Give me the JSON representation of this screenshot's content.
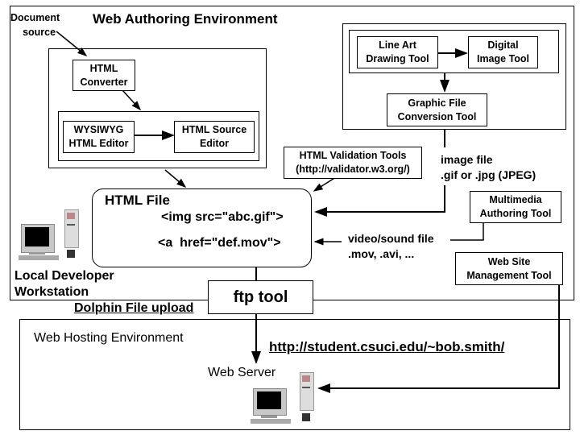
{
  "diagram": {
    "authoring_env": {
      "title": "Web Authoring Environment",
      "document_source": [
        "Document",
        "source"
      ],
      "html_converter": [
        "HTML",
        "Converter"
      ],
      "wysiwyg_editor": [
        "WYSIWYG",
        "HTML Editor"
      ],
      "source_editor": [
        "HTML Source",
        "Editor"
      ],
      "line_art_tool": [
        "Line Art",
        "Drawing Tool"
      ],
      "digital_image_tool": [
        "Digital",
        "Image Tool"
      ],
      "graphic_conversion_tool": [
        "Graphic File",
        "Conversion Tool"
      ],
      "validation_tools": [
        "HTML Validation Tools",
        "(http://validator.w3.org/)"
      ],
      "image_file_label": [
        "image file",
        ".gif or .jpg (JPEG)"
      ],
      "multimedia_tool": [
        "Multimedia",
        "Authoring Tool"
      ],
      "video_file_label": [
        "video/sound file",
        ".mov, .avi, ..."
      ],
      "site_mgmt_tool": [
        "Web Site",
        "Management Tool"
      ],
      "html_file": {
        "title": "HTML File",
        "line1": "<img src=\"abc.gif\">",
        "line2": "<a  href=\"def.mov\">"
      },
      "workstation_label": [
        "Local Developer",
        "Workstation"
      ]
    },
    "upload": {
      "dolphin_label": "Dolphin File upload",
      "ftp_tool": "ftp tool"
    },
    "hosting_env": {
      "title": "Web Hosting Environment",
      "url": "http://student.csuci.edu/~bob.smith/",
      "server_label": "Web Server"
    }
  }
}
